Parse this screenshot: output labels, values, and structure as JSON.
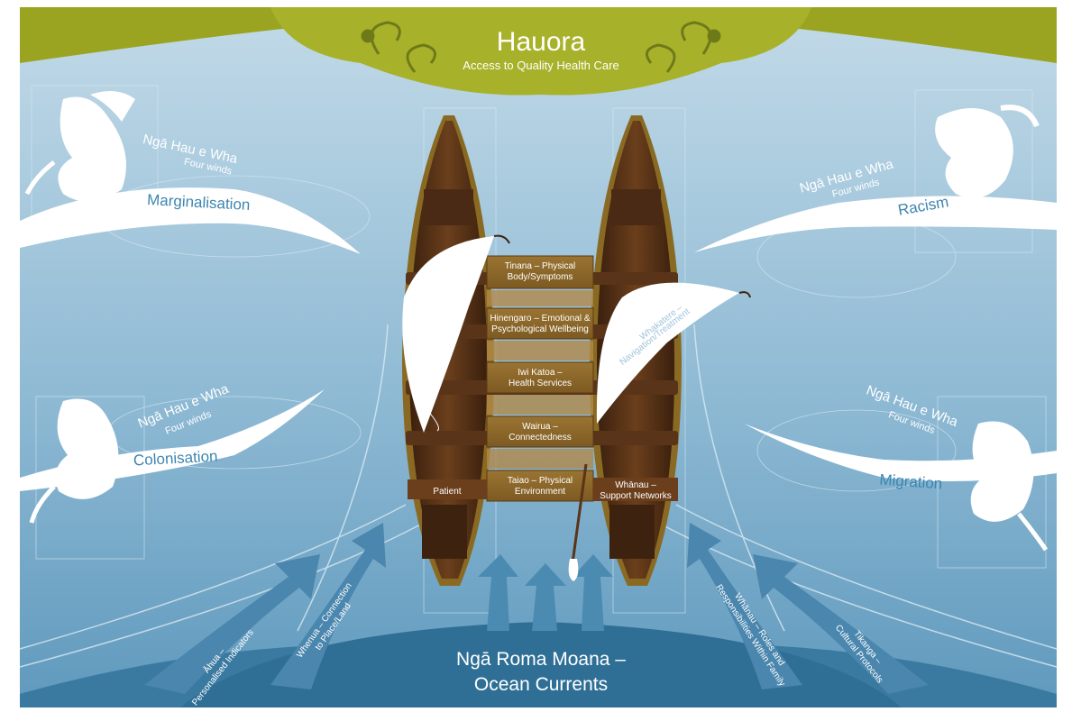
{
  "header": {
    "title": "Hauora",
    "subtitle": "Access to Quality Health Care"
  },
  "winds": [
    {
      "heading": "Ngā Hau e Wha",
      "sub": "Four winds",
      "name": "Marginalisation"
    },
    {
      "heading": "Ngā Hau e Wha",
      "sub": "Four winds",
      "name": "Racism"
    },
    {
      "heading": "Ngā Hau e Wha",
      "sub": "Four winds",
      "name": "Colonisation"
    },
    {
      "heading": "Ngā Hau e Wha",
      "sub": "Four winds",
      "name": "Migration"
    }
  ],
  "planks": [
    {
      "line1": "Tinana – Physical",
      "line2": "Body/Symptoms"
    },
    {
      "line1": "Hinengaro – Emotional &",
      "line2": "Psychological Wellbeing"
    },
    {
      "line1": "Iwi Katoa –",
      "line2": "Health Services"
    },
    {
      "line1": "Wairua –",
      "line2": "Connectedness"
    },
    {
      "line1": "Taiao – Physical",
      "line2": "Environment"
    }
  ],
  "canoes": {
    "left_label": "Patient",
    "right_label_line1": "Whānau –",
    "right_label_line2": "Support Networks"
  },
  "sail": {
    "line1": "Whakatere –",
    "line2": "Navigation/Treatment"
  },
  "currents": {
    "line1": "Ngā Roma Moana –",
    "line2": "Ocean Currents",
    "arrows": [
      {
        "line1": "Āhua –",
        "line2": "Personalised Indicators"
      },
      {
        "line1": "Whenua – Connection",
        "line2": "to Place/Land"
      },
      {
        "line1": "Whānau – Roles and",
        "line2": "Responsibilities Within Family"
      },
      {
        "line1": "Tikanga –",
        "line2": "Cultural Protocols"
      }
    ]
  },
  "colors": {
    "sky_top": "#b9d4e4",
    "sea_bottom": "#3f7ea3",
    "header_olive": "#9aa421",
    "wood_dark": "#4a2a14",
    "wood_mid": "#7a4a22",
    "plank_gold": "#8a6a2a",
    "wind_white": "#ffffff",
    "wind_text": "#3d86b0"
  }
}
